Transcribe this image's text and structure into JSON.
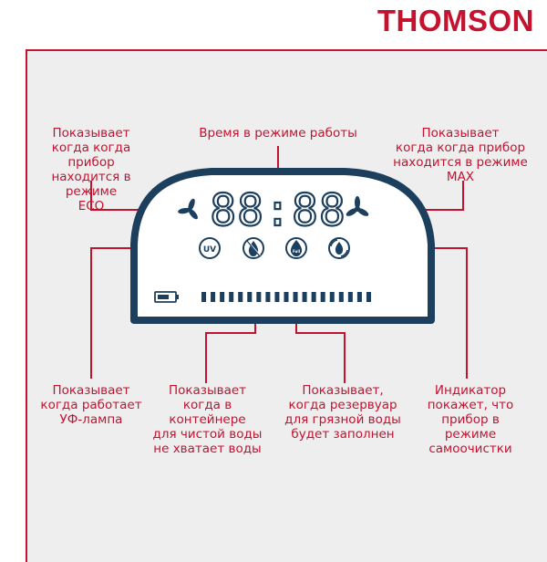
{
  "brand": {
    "name": "THOMSON"
  },
  "colors": {
    "accent": "#c4122f",
    "display": "#1d3f5e",
    "background": "#eeeeef"
  },
  "display": {
    "clock": "88:88",
    "icons": [
      "fan-low-icon",
      "fan-max-icon",
      "uv-icon",
      "no-water-drop-icon",
      "full-tank-icon",
      "self-cleaning-icon",
      "battery-icon"
    ],
    "uv_label": "UV",
    "full_label": "Full",
    "level_segments": 19
  },
  "labels": {
    "eco": "Показывает\nкогда когда прибор\nнаходится в режиме\nECO",
    "time": "Время в режиме работы",
    "max": "Показывает\nкогда когда прибор\nнаходится в режиме\nMAX",
    "uv": "Показывает\nкогда работает\nУФ-лампа",
    "clean_water": "Показывает\nкогда в контейнере\nдля чистой воды\nне хватает воды",
    "dirty_water": "Показывает,\nкогда резервуар\nдля грязной воды\nбудет заполнен",
    "self_clean": "Индикатор\nпокажет, что\nприбор в режиме\nсамоочистки"
  }
}
